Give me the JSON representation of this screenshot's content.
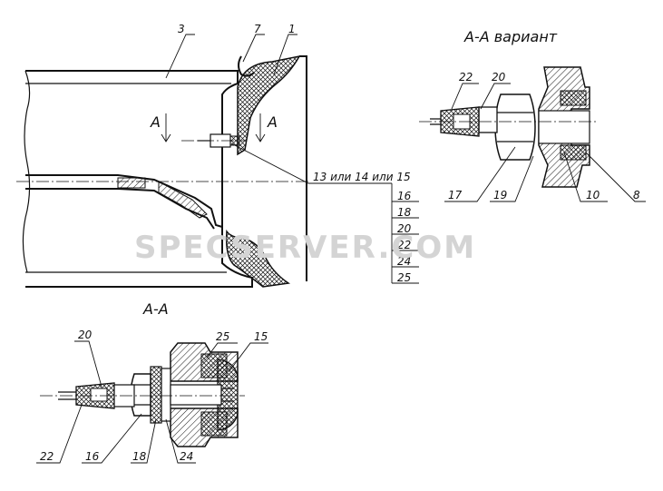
{
  "labels": {
    "l1": "1",
    "l3": "3",
    "l7": "7",
    "sec_a_left": "A",
    "sec_a_right": "A",
    "l13": "13 или 14 или 15",
    "stack": [
      "16",
      "18",
      "20",
      "22",
      "24",
      "25"
    ],
    "variant_title": "A-A вариант",
    "v22": "22",
    "v20": "20",
    "v17": "17",
    "v19": "19",
    "v10": "10",
    "v8": "8",
    "section_title": "A-A",
    "s20": "20",
    "s25": "25",
    "s15": "15",
    "s22": "22",
    "s16": "16",
    "s18": "18",
    "s24": "24"
  },
  "watermark": "SPECSERVER.COM",
  "colors": {
    "line": "#111111",
    "watermark": "#d4d4d4",
    "background": "#ffffff"
  }
}
